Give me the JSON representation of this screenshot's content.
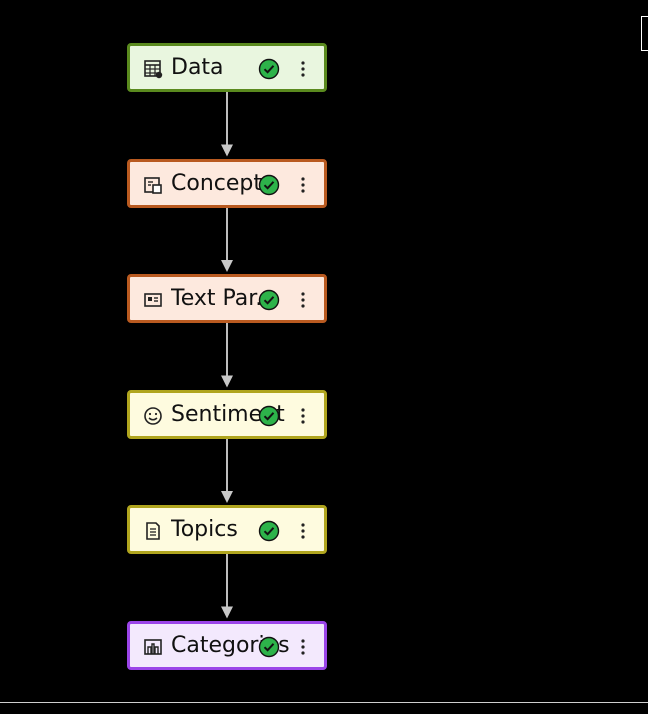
{
  "pipeline": {
    "nodes": [
      {
        "id": "data",
        "label": "Data",
        "icon": "table-icon",
        "status": "complete",
        "fill": "#e9f6df",
        "border": "#5a8a1e"
      },
      {
        "id": "concept",
        "label": "Concept",
        "icon": "concept-icon",
        "status": "complete",
        "fill": "#fde9de",
        "border": "#b95a20"
      },
      {
        "id": "text-parser",
        "label": "Text Par...",
        "icon": "text-card-icon",
        "status": "complete",
        "fill": "#fde9de",
        "border": "#b95a20"
      },
      {
        "id": "sentiment",
        "label": "Sentiment",
        "icon": "smiley-icon",
        "status": "complete",
        "fill": "#fefbdf",
        "border": "#b0a51e"
      },
      {
        "id": "topics",
        "label": "Topics",
        "icon": "document-icon",
        "status": "complete",
        "fill": "#fefbdf",
        "border": "#b0a51e"
      },
      {
        "id": "categories",
        "label": "Categories",
        "icon": "categories-icon",
        "status": "complete",
        "fill": "#f3e9fd",
        "border": "#9b45e8"
      }
    ],
    "status_color": "#2db34a",
    "edge_color": "#bdbdbd"
  }
}
